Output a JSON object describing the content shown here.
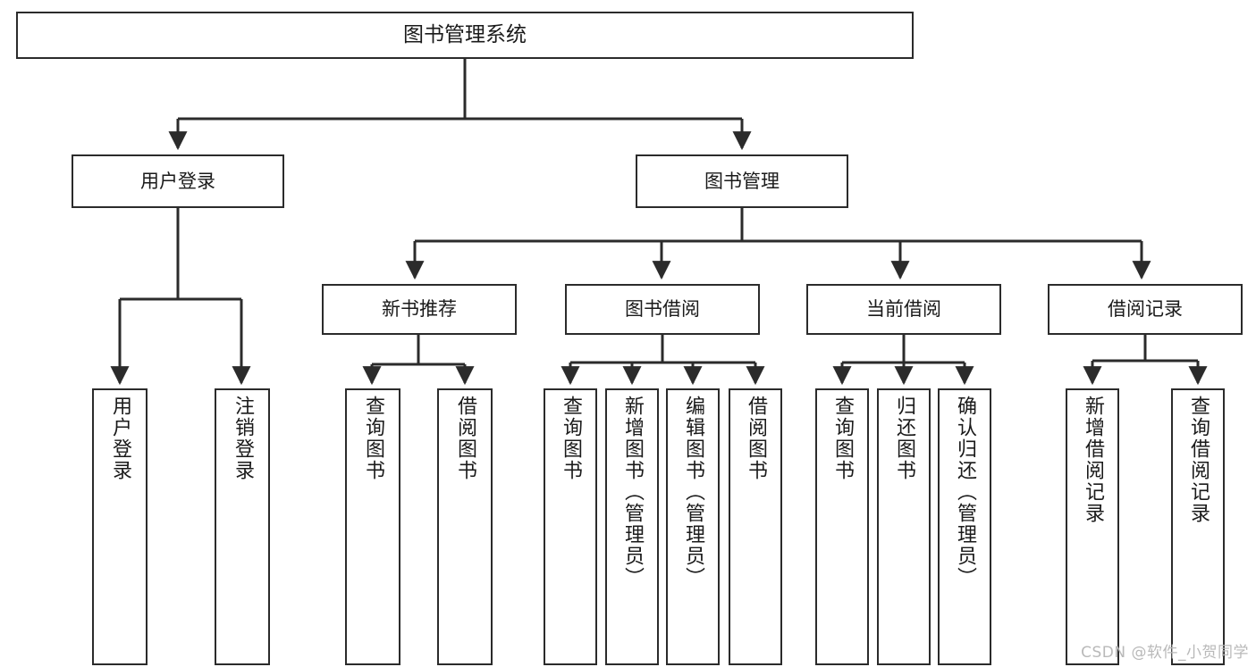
{
  "diagram": {
    "title": "图书管理系统",
    "type": "tree-hierarchy",
    "watermark": "CSDN @软件_小贺同学",
    "colors": {
      "border": "#2b2b2b",
      "background": "#ffffff",
      "text": "#1a1a1a",
      "edge": "#2b2b2b",
      "watermark": "#b9b9b9"
    },
    "root": {
      "label": "图书管理系统"
    },
    "level1": [
      {
        "label": "用户登录"
      },
      {
        "label": "图书管理"
      }
    ],
    "level2": [
      {
        "label": "新书推荐"
      },
      {
        "label": "图书借阅"
      },
      {
        "label": "当前借阅"
      },
      {
        "label": "借阅记录"
      }
    ],
    "leaves": {
      "user_login": [
        {
          "label": "用户登录"
        },
        {
          "label": "注销登录"
        }
      ],
      "new_book_recommend": [
        {
          "label": "查询图书"
        },
        {
          "label": "借阅图书"
        }
      ],
      "book_borrow": [
        {
          "label": "查询图书"
        },
        {
          "label": "新增图书（管理员）"
        },
        {
          "label": "编辑图书（管理员）"
        },
        {
          "label": "借阅图书"
        }
      ],
      "current_borrow": [
        {
          "label": "查询图书"
        },
        {
          "label": "归还图书"
        },
        {
          "label": "确认归还（管理员）"
        }
      ],
      "borrow_record": [
        {
          "label": "新增借阅记录"
        },
        {
          "label": "查询借阅记录"
        }
      ]
    }
  }
}
